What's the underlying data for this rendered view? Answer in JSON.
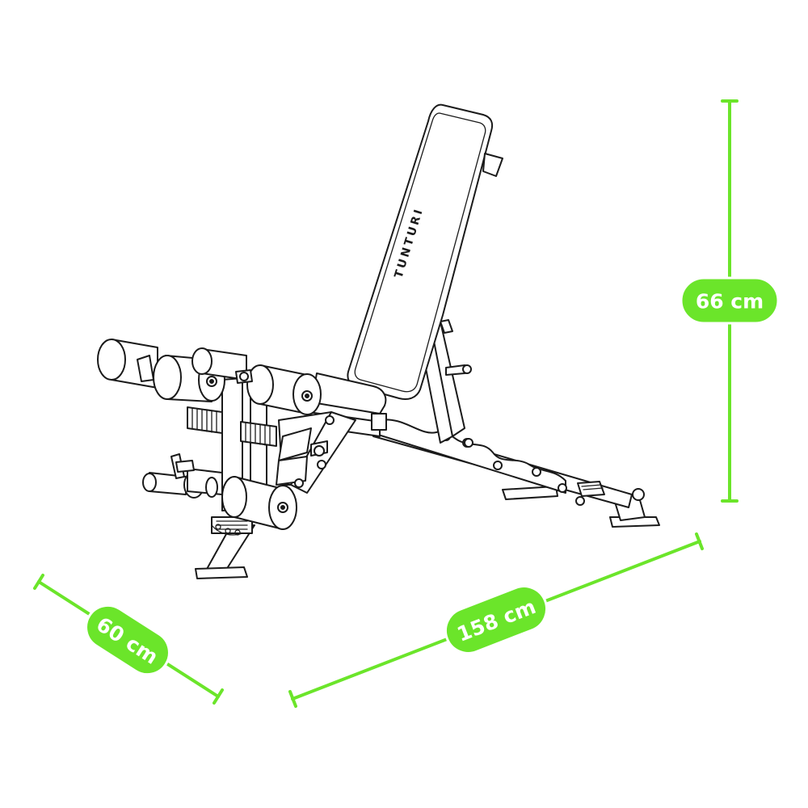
{
  "brand": {
    "logo_text": "TUNTURI"
  },
  "dimensions": {
    "height": "66 cm",
    "depth": "60 cm",
    "length": "158 cm"
  },
  "colors": {
    "dimension_line": "#6BE52A",
    "pill_fill": "#6BE52A",
    "pill_border": "#ffffff",
    "label_text": "#ffffff",
    "drawing_line": "#1a1a1a"
  }
}
